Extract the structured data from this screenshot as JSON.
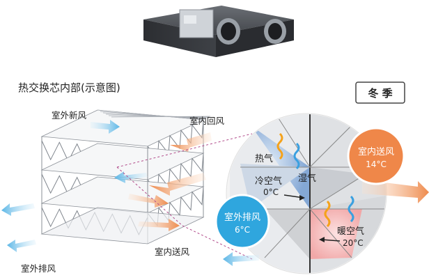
{
  "title": "热交换芯内部(示意图)",
  "season_badge": "冬 季",
  "labels": {
    "outdoor_fresh_air": "室外新风",
    "indoor_return_air": "室内回风",
    "indoor_supply_air": "室内送风",
    "outdoor_exhaust_air": "室外排风"
  },
  "zoom": {
    "hot_air": "热气",
    "humid_air": "湿气",
    "cold_air": "冷空气",
    "cold_temp": "0°C",
    "warm_air": "暖空气",
    "warm_temp": "20°C"
  },
  "circles": {
    "supply": {
      "label": "室内送风",
      "temp": "14°C",
      "color": "#f0894e"
    },
    "exhaust": {
      "label": "室外排风",
      "temp": "6°C",
      "color": "#2fa6de"
    }
  },
  "colors": {
    "cold_arrow": "#7cc6ec",
    "warm_arrow": "#ef9a63",
    "zoom_blue": "#7fa9d8",
    "zoom_pink": "#f4b6b6"
  }
}
